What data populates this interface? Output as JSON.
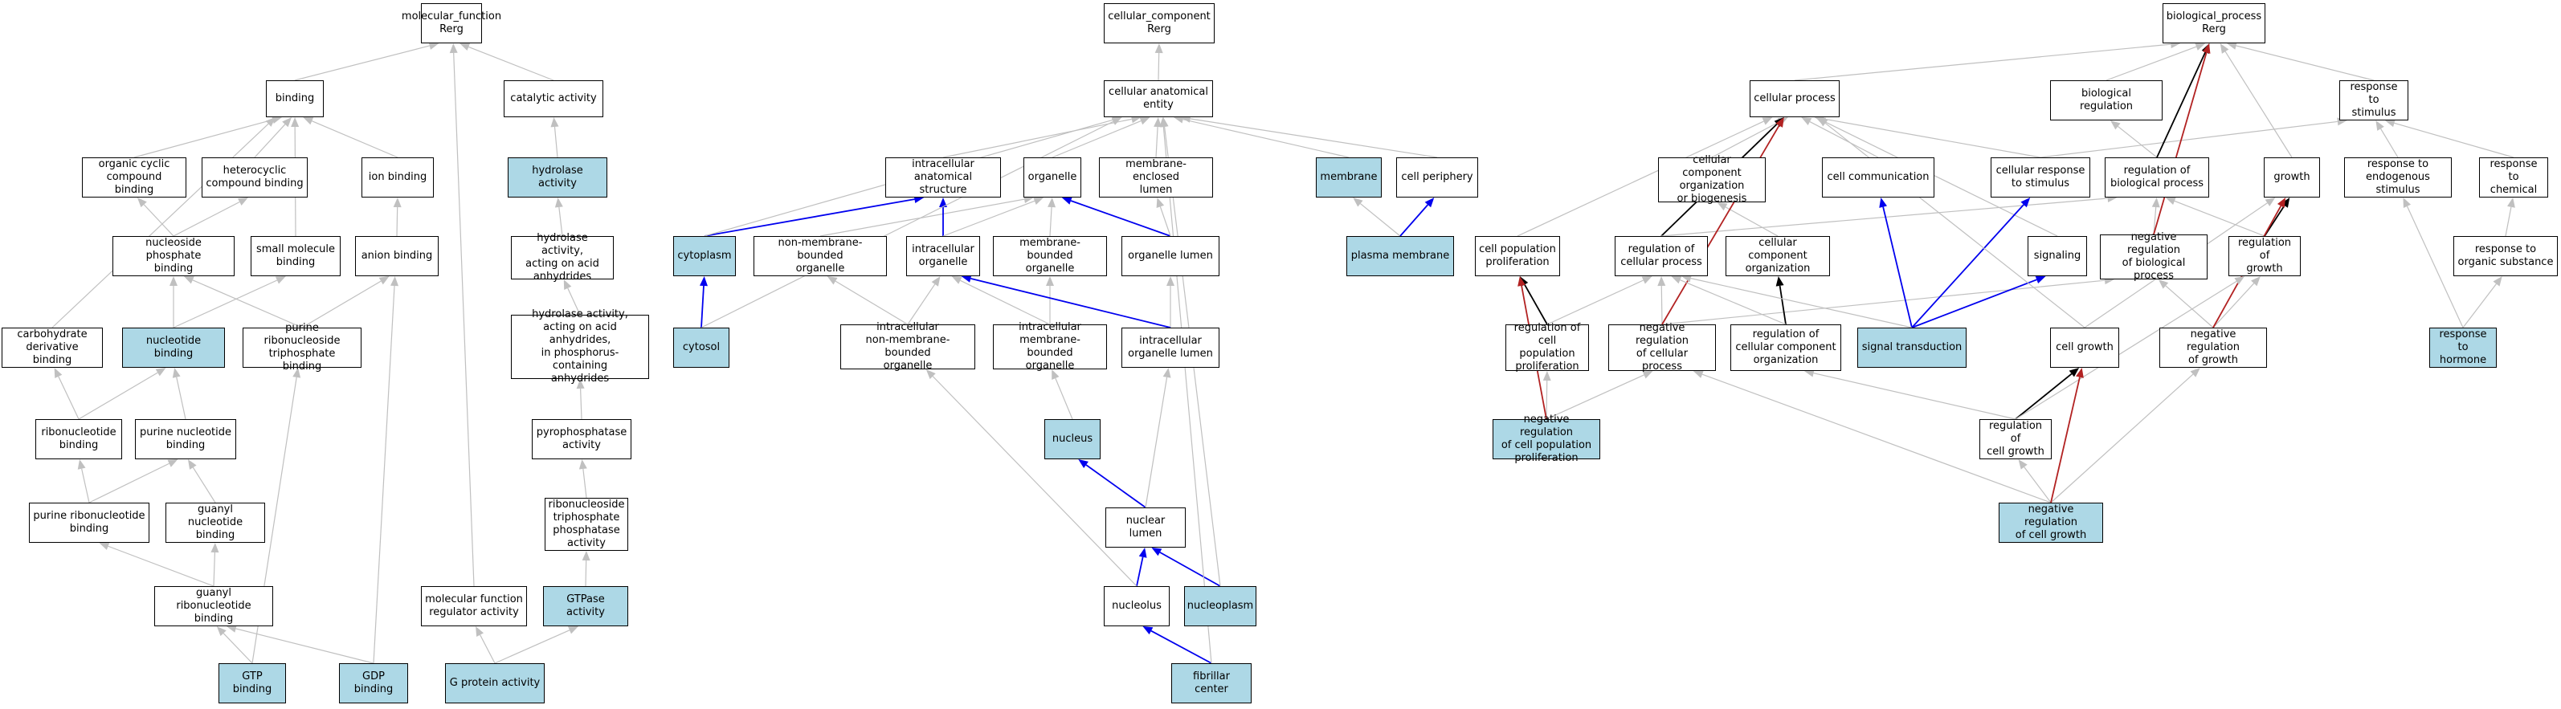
{
  "colors": {
    "highlight": "#add8e6",
    "gray": "#c0c0c0",
    "blue": "#0000ee",
    "red": "#b22222",
    "black": "#000000"
  },
  "nodes": {
    "mf_root": "molecular_function\nRerg",
    "binding": "binding",
    "catalytic": "catalytic activity",
    "org_cyclic": "organic cyclic\ncompound binding",
    "heterocyclic": "heterocyclic\ncompound binding",
    "ion_binding": "ion binding",
    "hydrolase": "hydrolase activity",
    "nuc_phos": "nucleoside phosphate\nbinding",
    "small_mol": "small molecule\nbinding",
    "anion": "anion binding",
    "hydro_acid": "hydrolase activity,\nacting on acid\nanhydrides",
    "carb": "carbohydrate\nderivative binding",
    "nucleotide": "nucleotide binding",
    "pr_tri": "purine ribonucleoside\ntriphosphate\nbinding",
    "hydro_p": "hydrolase activity,\nacting on acid\nanhydrides,\nin phosphorus-containing\nanhydrides",
    "ribonucleotide": "ribonucleotide\nbinding",
    "purine_nuc": "purine nucleotide\nbinding",
    "pyro": "pyrophosphatase\nactivity",
    "pr_nuc": "purine ribonucleotide\nbinding",
    "guanyl_nuc": "guanyl nucleotide\nbinding",
    "ntp": "ribonucleoside\ntriphosphate\nphosphatase\nactivity",
    "guanyl_ribo": "guanyl ribonucleotide\nbinding",
    "mf_reg": "molecular function\nregulator activity",
    "gtpase": "GTPase activity",
    "gtp_binding": "GTP binding",
    "gdp_binding": "GDP binding",
    "gprotein": "G protein activity",
    "cc_root": "cellular_component\nRerg",
    "cae": "cellular anatomical\nentity",
    "ias": "intracellular\nanatomical structure",
    "organelle": "organelle",
    "me_lumen": "membrane-enclosed\nlumen",
    "membrane": "membrane",
    "periphery": "cell periphery",
    "cytoplasm": "cytoplasm",
    "nmb_org": "non-membrane-bounded\norganelle",
    "ic_org": "intracellular\norganelle",
    "mb_org": "membrane-bounded\norganelle",
    "org_lumen": "organelle lumen",
    "plasma": "plasma membrane",
    "cytosol": "cytosol",
    "ic_nmb": "intracellular\nnon-membrane-bounded\norganelle",
    "ic_mb": "intracellular\nmembrane-bounded\norganelle",
    "ic_lumen": "intracellular\norganelle lumen",
    "nucleus": "nucleus",
    "nuc_lumen": "nuclear lumen",
    "nucleolus": "nucleolus",
    "nucleoplasm": "nucleoplasm",
    "fibrillar": "fibrillar center",
    "bp_root": "biological_process\nRerg",
    "cell_proc": "cellular process",
    "bio_reg": "biological regulation",
    "resp_stim": "response to\nstimulus",
    "ccob": "cellular component\norganization\nor biogenesis",
    "cell_comm": "cell communication",
    "cell_resp": "cellular response\nto stimulus",
    "reg_bio": "regulation of\nbiological process",
    "growth": "growth",
    "resp_endo": "response to\nendogenous stimulus",
    "resp_chem": "response to\nchemical",
    "cpp": "cell population\nproliferation",
    "reg_cp": "regulation of\ncellular process",
    "cco": "cellular component\norganization",
    "signaling": "signaling",
    "neg_bio": "negative regulation\nof biological\nprocess",
    "reg_growth": "regulation of\ngrowth",
    "resp_org": "response to\norganic substance",
    "reg_cpp": "regulation of\ncell population\nproliferation",
    "neg_cp": "negative regulation\nof cellular\nprocess",
    "reg_cco": "regulation of\ncellular component\norganization",
    "signal": "signal transduction",
    "cell_growth": "cell growth",
    "neg_growth": "negative regulation\nof growth",
    "resp_horm": "response to\nhormone",
    "neg_cpp": "negative regulation\nof cell population\nproliferation",
    "reg_cg": "regulation of\ncell growth",
    "neg_cg": "negative regulation\nof cell growth"
  }
}
